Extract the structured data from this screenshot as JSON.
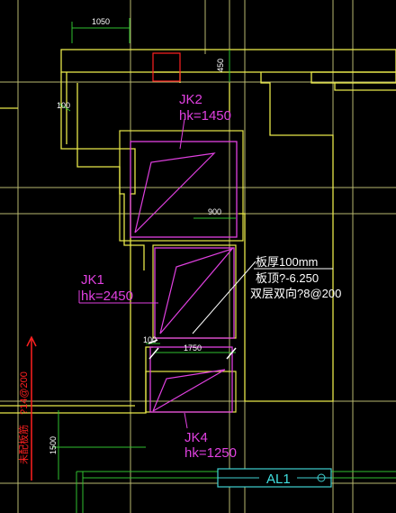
{
  "colors": {
    "background": "#000000",
    "wall": "#e8e84a",
    "grid": "#b8b870",
    "opening": "#e040e0",
    "dimension": "#30c030",
    "section_line": "#ff2020",
    "label": "#40d0d0"
  },
  "dimensions": {
    "top_width": "1050",
    "right_vertical": "450",
    "left_wall": "100",
    "opening_width": "900",
    "small_gap": "100",
    "bottom_width": "1750",
    "bottom_vertical": "1500"
  },
  "openings": [
    {
      "id": "JK2",
      "hk": "hk=1450"
    },
    {
      "id": "JK1",
      "hk": "hk=2450"
    },
    {
      "id": "JK4",
      "hk": "hk=1250"
    }
  ],
  "slab_note": {
    "line1": "板厚100mm",
    "line2": "板顶?-6.250",
    "line3": "双层双向?8@200"
  },
  "section_note": {
    "rebar": "?14@200",
    "label": "未配板筋"
  },
  "beam_label": "AL1"
}
